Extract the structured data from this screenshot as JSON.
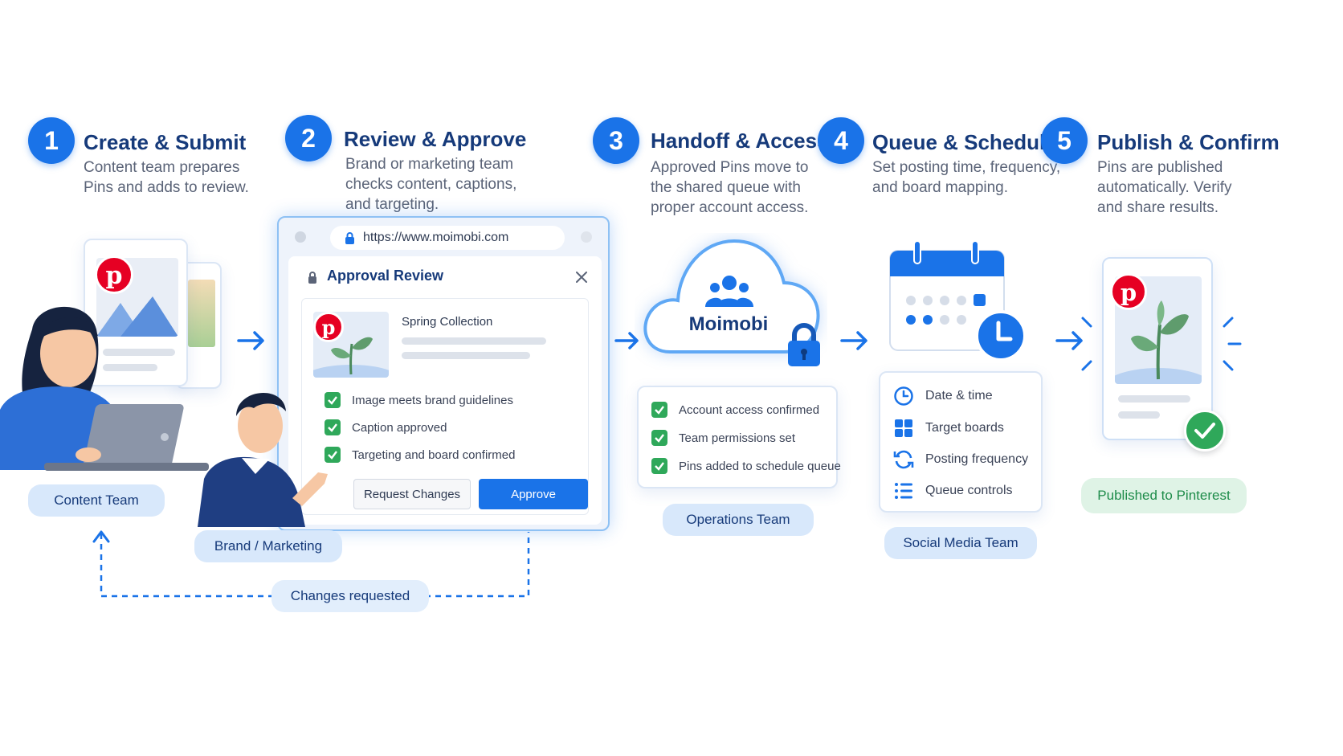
{
  "steps": [
    {
      "number": "1",
      "title": "Create & Submit",
      "description": "Content team prepares\nPins and adds to review."
    },
    {
      "number": "2",
      "title": "Review & Approve",
      "description": "Brand or marketing team\nchecks content, captions,\nand targeting."
    },
    {
      "number": "3",
      "title": "Handoff & Access",
      "description": "Approved Pins move to\nthe shared queue with\nproper account access."
    },
    {
      "number": "4",
      "title": "Queue & Schedule",
      "description": "Set posting time, frequency,\nand board mapping."
    },
    {
      "number": "5",
      "title": "Publish & Confirm",
      "description": "Pins are published\nautomatically. Verify\nand share results."
    }
  ],
  "roles": {
    "content_team": "Content Team",
    "brand_marketing": "Brand / Marketing",
    "operations_team": "Operations Team",
    "social_media_team": "Social Media Team",
    "published": "Published to Pinterest",
    "changes_requested": "Changes requested"
  },
  "browser": {
    "url": "https://www.moimobi.com",
    "dialog_title": "Approval Review",
    "item_title": "Spring Collection",
    "checks": [
      "Image meets brand guidelines",
      "Caption approved",
      "Targeting and board confirmed"
    ],
    "request_changes_label": "Request Changes",
    "approve_label": "Approve"
  },
  "cloud": {
    "label": "Moimobi"
  },
  "handoff_checks": [
    "Account access confirmed",
    "Team permissions set",
    "Pins added to schedule queue"
  ],
  "schedule_features": [
    {
      "icon": "clock-icon",
      "label": "Date & time"
    },
    {
      "icon": "grid-icon",
      "label": "Target boards"
    },
    {
      "icon": "refresh-icon",
      "label": "Posting frequency"
    },
    {
      "icon": "list-icon",
      "label": "Queue controls"
    }
  ],
  "colors": {
    "primary": "#1a73e8",
    "pinterest": "#e60023",
    "success": "#2fa85a",
    "pill": "#d8e8fb",
    "heading": "#163a7a"
  }
}
